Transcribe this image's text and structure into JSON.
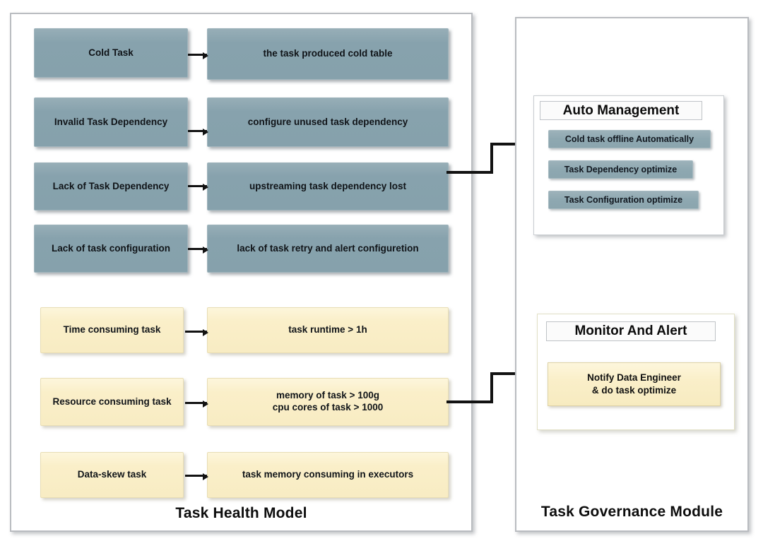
{
  "diagram": {
    "title_left": "Task Health Model",
    "title_right": "Task Governance Module"
  },
  "health_model": {
    "rows": [
      {
        "category": "Cold Task",
        "condition": "the task produced cold table",
        "style": "blue"
      },
      {
        "category": "Invalid Task Dependency",
        "condition": "configure unused task dependency",
        "style": "blue"
      },
      {
        "category": "Lack of Task Dependency",
        "condition": "upstreaming task dependency lost",
        "style": "blue"
      },
      {
        "category": "Lack of  task configuration",
        "condition": "lack of task retry and alert configuretion",
        "style": "blue"
      },
      {
        "category": "Time consuming task",
        "condition": "task runtime > 1h",
        "style": "cream"
      },
      {
        "category": "Resource consuming task",
        "condition_line1": "memory of task > 100g",
        "condition_line2": "cpu cores of task > 1000",
        "style": "cream"
      },
      {
        "category": "Data-skew task",
        "condition": "task memory consuming in executors",
        "style": "cream"
      }
    ]
  },
  "governance": {
    "auto_management": {
      "title": "Auto Management",
      "items": [
        "Cold task offline Automatically",
        "Task Dependency optimize",
        "Task Configuration optimize"
      ]
    },
    "monitor_and_alert": {
      "title": "Monitor And Alert",
      "action_line1": "Notify Data  Engineer",
      "action_line2": "& do task optimize"
    }
  },
  "colors": {
    "blue_node": "#8ba6b0",
    "cream_node": "#faefc9",
    "panel_border": "#b9bcc0",
    "connector": "#121212",
    "text": "#101418"
  }
}
